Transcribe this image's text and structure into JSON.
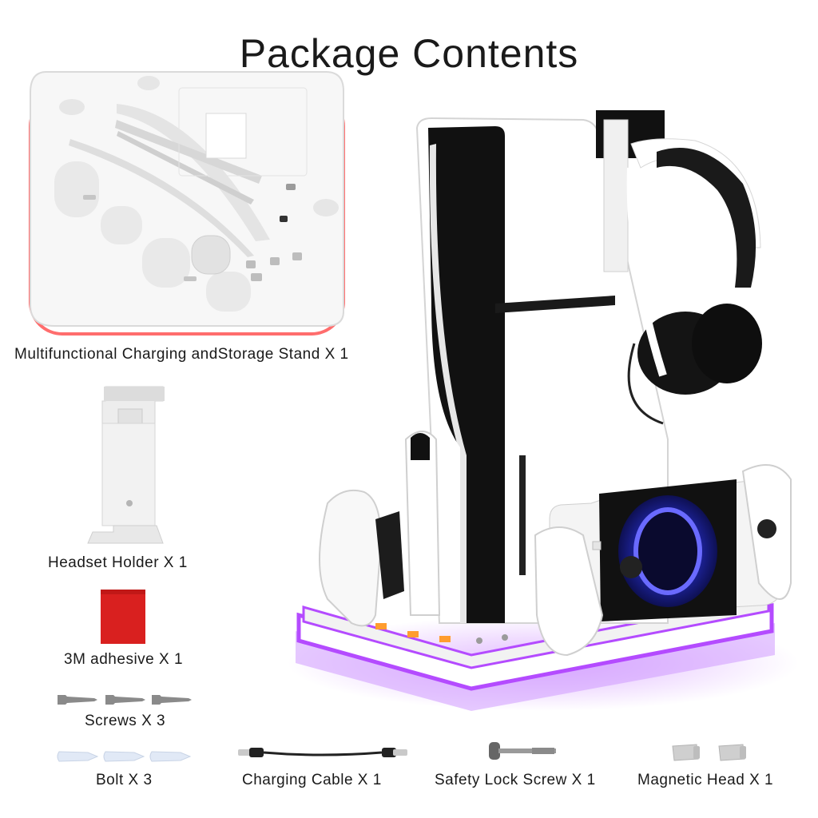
{
  "title": "Package Contents",
  "items": [
    {
      "name": "Multifunctional Charging andStorage Stand X 1"
    },
    {
      "name": "Headset Holder X 1"
    },
    {
      "name": "3M adhesive X 1"
    },
    {
      "name": "Screws X 3"
    },
    {
      "name": "Bolt X 3"
    },
    {
      "name": "Charging Cable X 1"
    },
    {
      "name": "Safety Lock Screw X 1"
    },
    {
      "name": "Magnetic Head X 1"
    }
  ],
  "colors": {
    "adhesive": "#d9201f",
    "stand_glow": "#ff5a5a",
    "base_glow": "#b44bff",
    "console_black": "#111111"
  }
}
